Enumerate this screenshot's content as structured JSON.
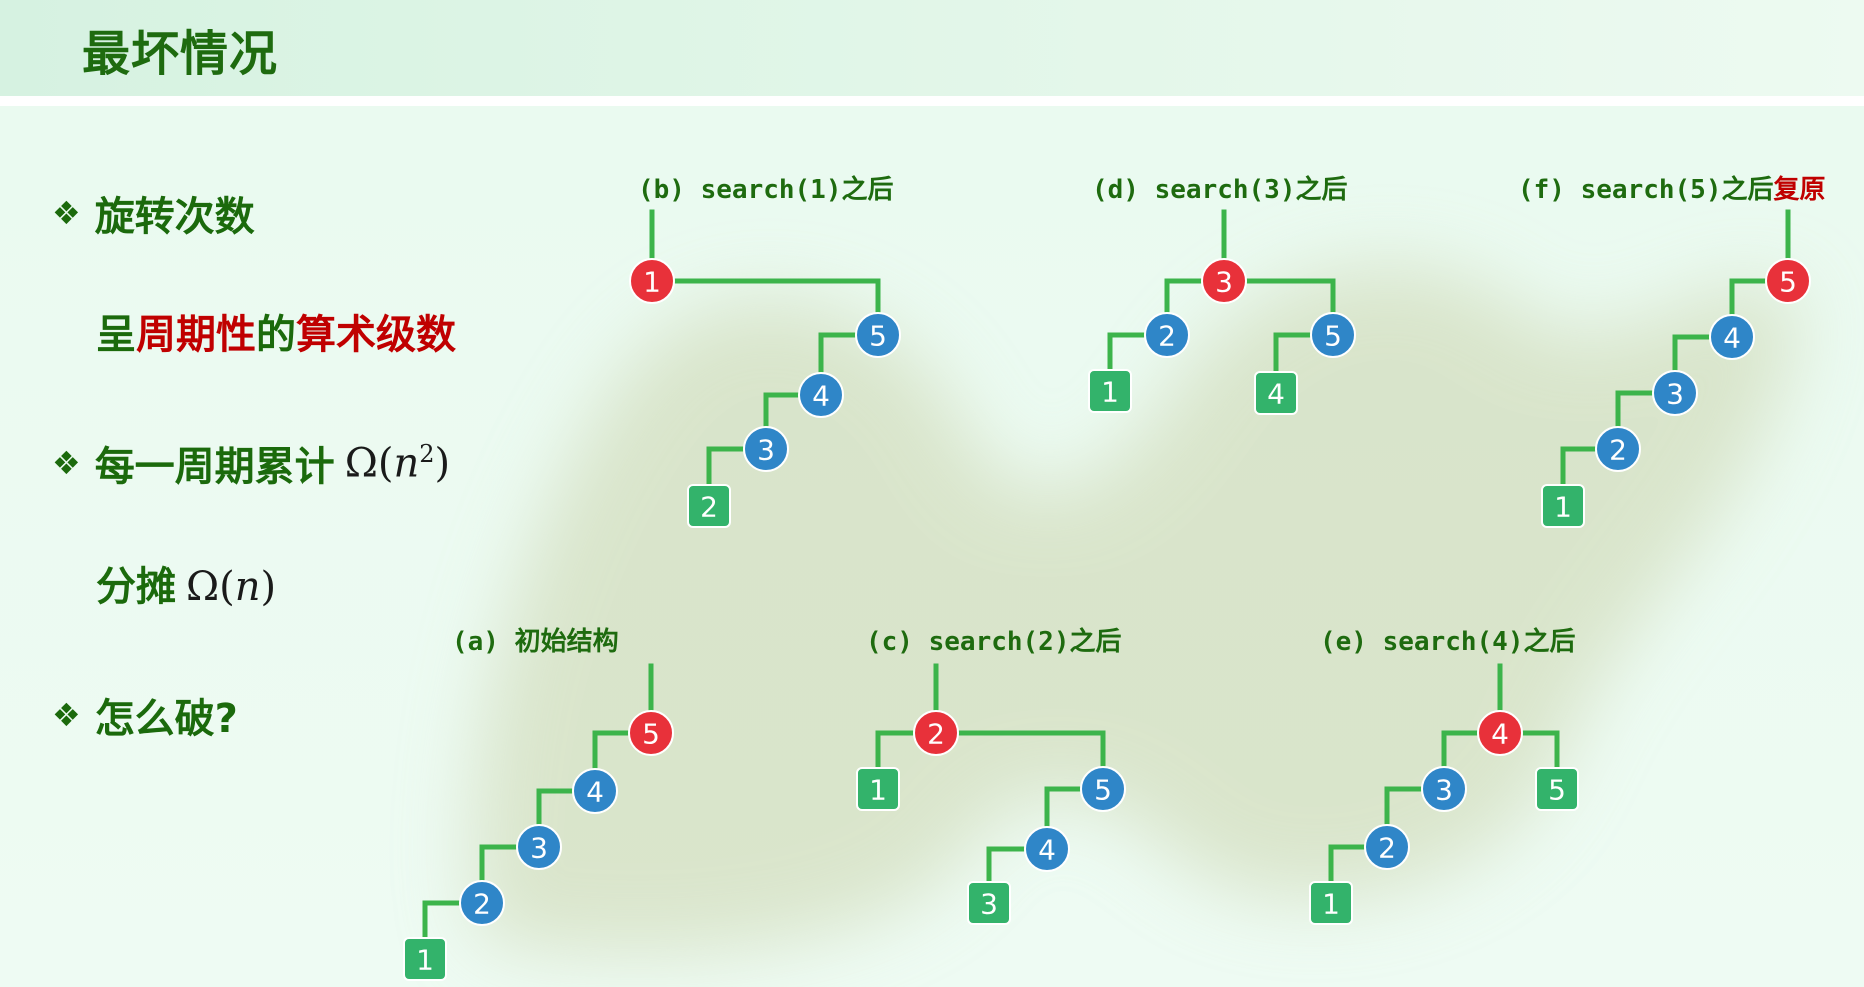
{
  "title": "最坏情况",
  "bullets": {
    "rotation": "旋转次数",
    "series_p1": "呈",
    "series_p2": "周期性",
    "series_p3": "的",
    "series_p4": "算术级数",
    "cycle": "每一周期累计",
    "cycle_math_pre": "Ω(",
    "cycle_math_var": "n",
    "cycle_math_exp": "2",
    "cycle_math_post": ")",
    "amortized": "分摊",
    "amortized_math_pre": "Ω(",
    "amortized_math_var": "n",
    "amortized_math_post": ")",
    "question": "怎么破?"
  },
  "colors": {
    "edge": "#3cb44b",
    "root": "#e8313a",
    "internal": "#2f86c8",
    "leaf": "#33b36b",
    "caption": "#1e6b0f",
    "highlight": "#c00000"
  },
  "diagrams": {
    "a": {
      "caption": "(a) 初始结构",
      "root": "5",
      "nodes": [
        "5",
        "4",
        "3",
        "2",
        "1"
      ]
    },
    "b": {
      "caption": "(b) search(1)之后",
      "root": "1",
      "nodes": [
        "1",
        "5",
        "4",
        "3",
        "2"
      ]
    },
    "c": {
      "caption": "(c) search(2)之后",
      "root": "2",
      "nodes": [
        "2",
        "1",
        "5",
        "4",
        "3"
      ]
    },
    "d": {
      "caption": "(d) search(3)之后",
      "root": "3",
      "nodes": [
        "3",
        "2",
        "5",
        "1",
        "4"
      ]
    },
    "e": {
      "caption": "(e) search(4)之后",
      "root": "4",
      "nodes": [
        "4",
        "3",
        "5",
        "2",
        "1"
      ]
    },
    "f": {
      "caption": "(f) search(5)之后",
      "caption_tail": "复原",
      "root": "5",
      "nodes": [
        "5",
        "4",
        "3",
        "2",
        "1"
      ]
    }
  }
}
